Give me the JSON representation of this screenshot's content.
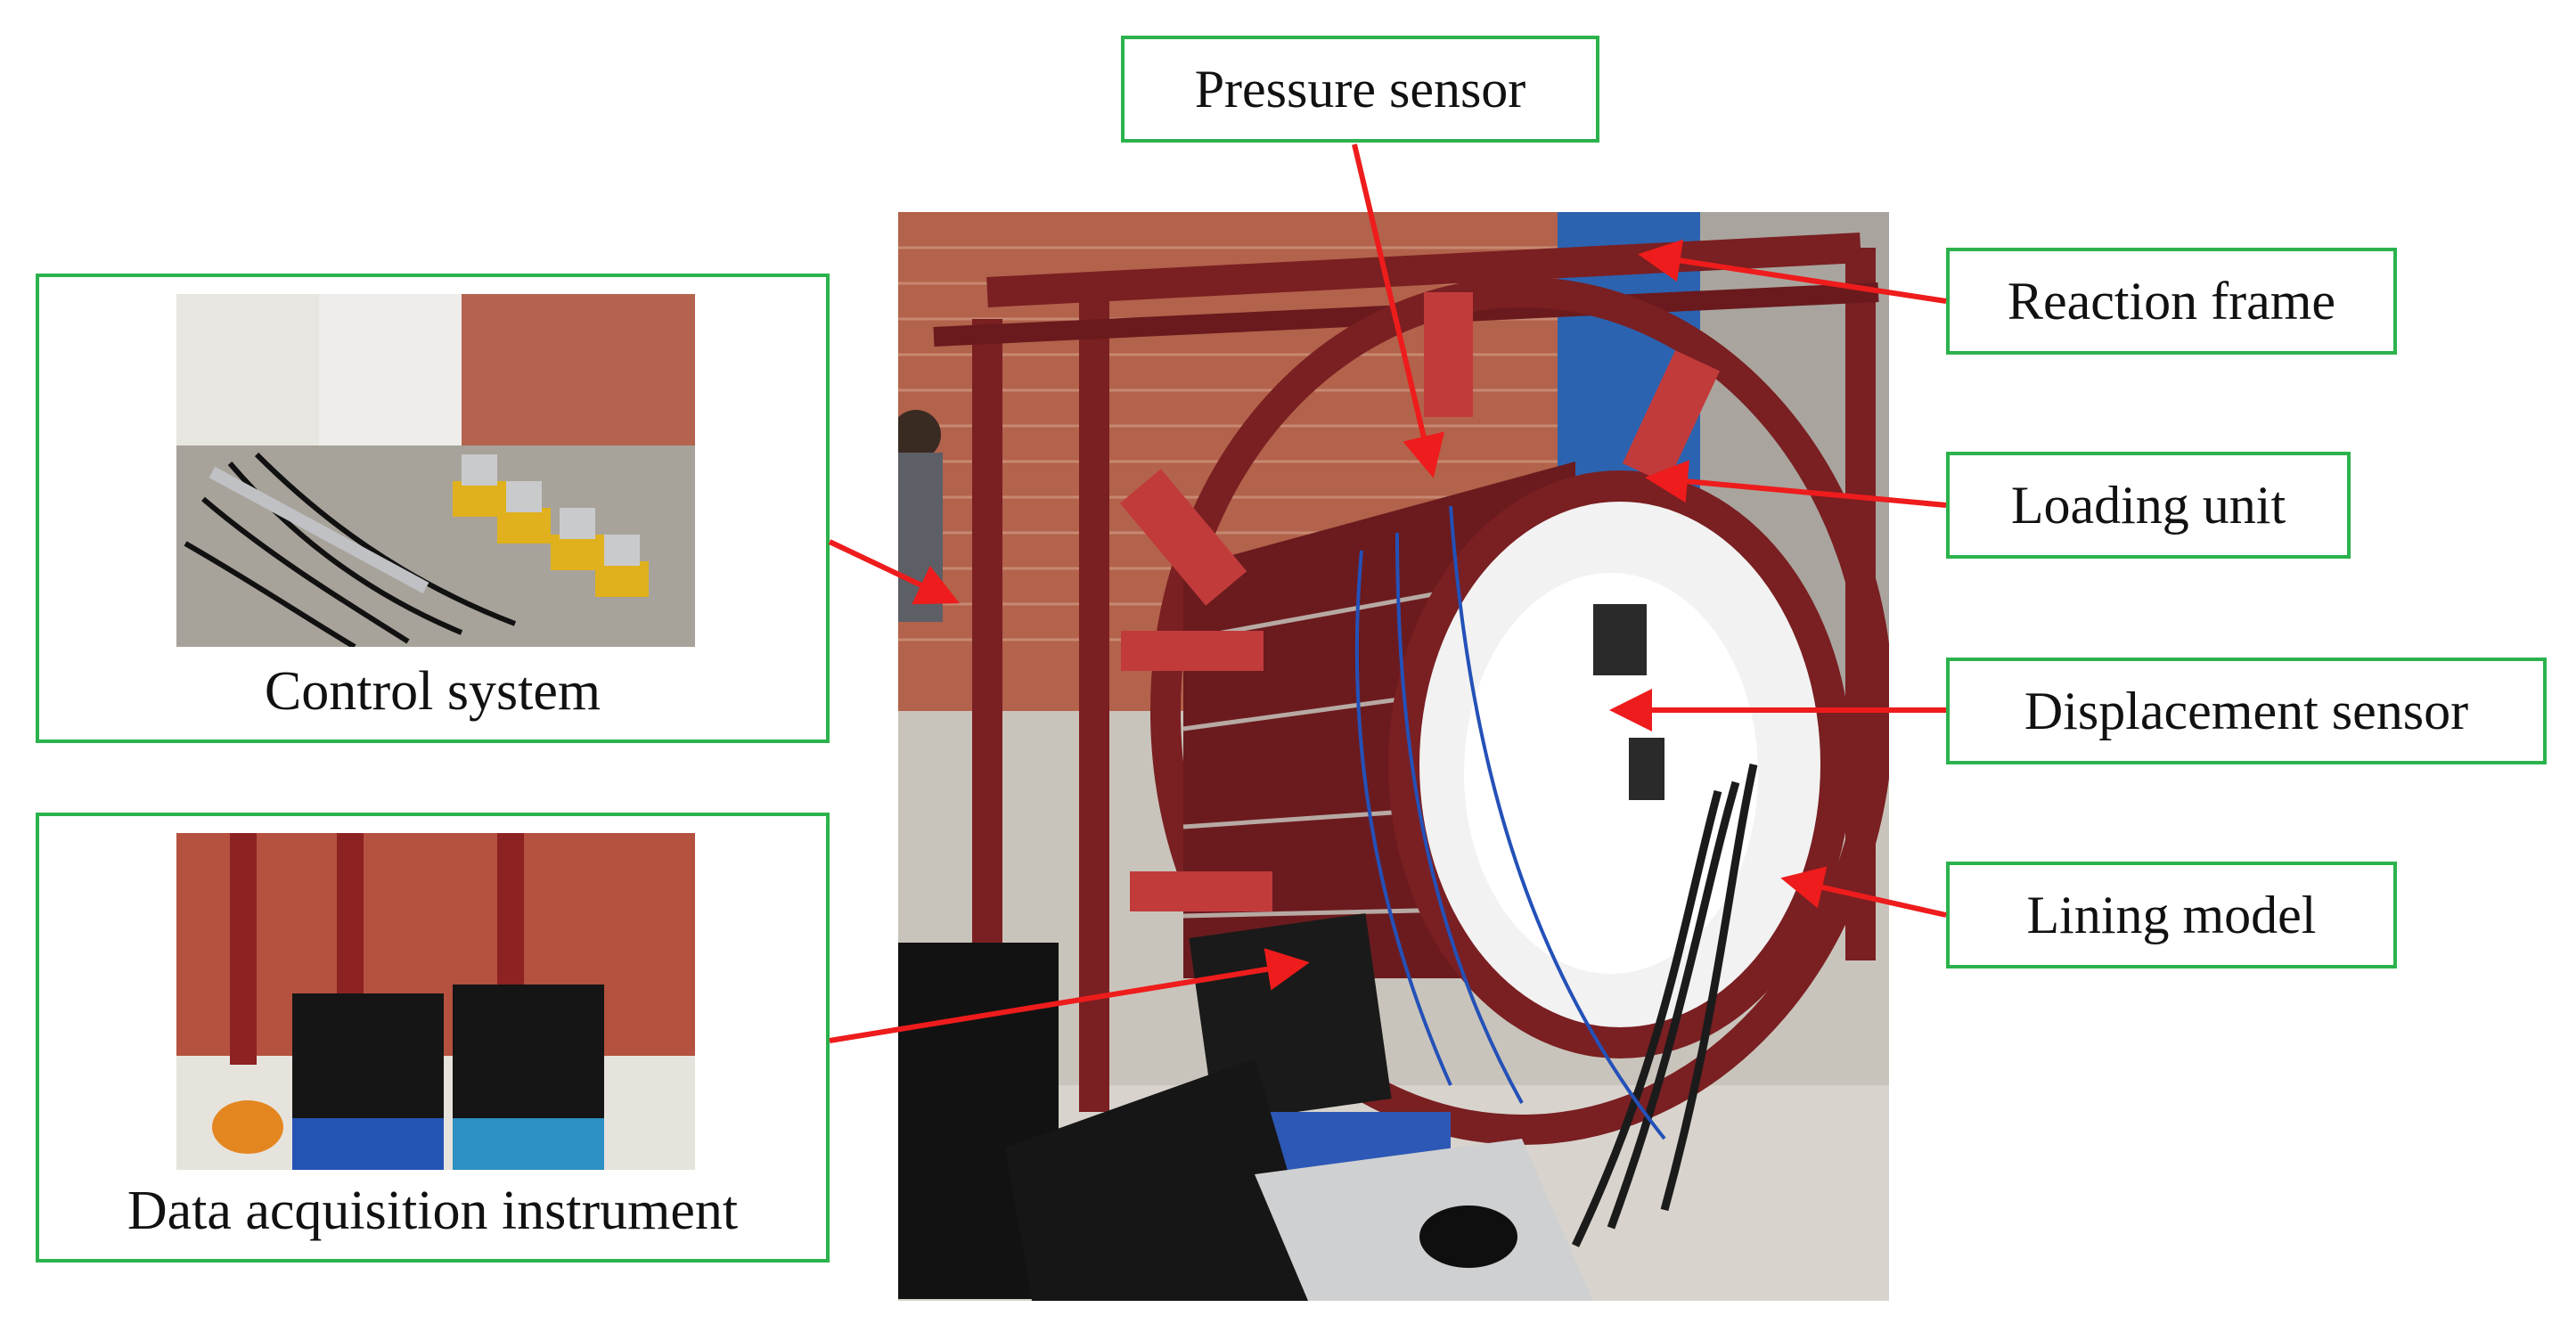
{
  "labels": {
    "pressure_sensor": "Pressure sensor",
    "reaction_frame": "Reaction frame",
    "loading_unit": "Loading unit",
    "displacement_sensor": "Displacement sensor",
    "lining_model": "Lining model"
  },
  "panels": {
    "control_system": "Control system",
    "data_acquisition": "Data acquisition instrument"
  },
  "colors": {
    "box_border": "#2bb24c",
    "arrow": "#ee1c1c"
  }
}
